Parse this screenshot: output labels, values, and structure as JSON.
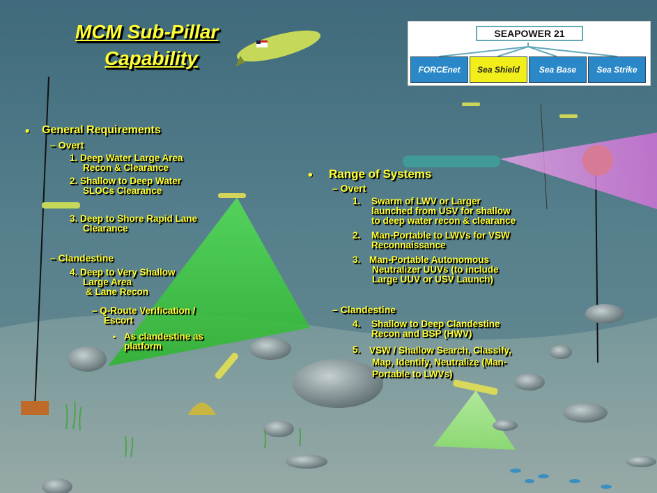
{
  "title": {
    "line1": "MCM Sub-Pillar",
    "line2": "Capability"
  },
  "seapower": {
    "title": "SEAPOWER 21",
    "pillars": [
      "FORCEnet",
      "Sea Shield",
      "Sea Base",
      "Sea Strike"
    ],
    "highlight_index": 1,
    "colors": {
      "pillar": "#2a88c8",
      "highlight": "#f2ee1a",
      "header_border": "#64a9b8"
    }
  },
  "left": {
    "bullet": "•",
    "heading": "General Requirements",
    "overt_label": "– Overt",
    "overt_items": [
      [
        "1. Deep Water Large Area",
        "Recon & Clearance"
      ],
      [
        "2. Shallow to Deep Water",
        "SLOCs Clearance"
      ],
      [
        "3. Deep to Shore Rapid Lane",
        "Clearance"
      ]
    ],
    "clandestine_label": "– Clandestine",
    "clandestine_item": [
      "4. Deep to Very Shallow",
      "Large Area",
      "& Lane Recon"
    ],
    "sub_item": [
      "– Q-Route Verification /",
      "Escort"
    ],
    "sub_sub_bullet": "•",
    "sub_sub_item": [
      "As clandestine as",
      "platform"
    ]
  },
  "right": {
    "bullet": "•",
    "heading": "Range of Systems",
    "overt_label": "–   Overt",
    "overt_items": [
      {
        "num": "1.",
        "lines": [
          "Swarm of LWV or Larger",
          "launched from USV for shallow",
          "to deep water recon & clearance"
        ]
      },
      {
        "num": "2.",
        "lines": [
          "Man-Portable to LWVs  for VSW",
          "Reconnaissance"
        ]
      },
      {
        "num": "3.",
        "lines": [
          "Man-Portable Autonomous",
          "Neutralizer UUVs (to include",
          "Large UUV or USV Launch)"
        ]
      }
    ],
    "clandestine_label": "–    Clandestine",
    "clandestine_items": [
      {
        "num": "4.",
        "lines": [
          "Shallow to Deep Clandestine",
          "Recon and BSP (HWV)"
        ]
      },
      {
        "num": "5.",
        "lines": [
          "VSW / Shallow Search, Classify,",
          "Map, Identify, Neutralize (Man-",
          "Portable to LWVs)"
        ]
      }
    ]
  },
  "colors": {
    "text": "#ffff33",
    "water": "#4a7383",
    "seafloor": "#7d9a9a"
  },
  "icons": [
    "uuv-vehicle-icon",
    "mine-icon",
    "sonar-cone-icon",
    "rock-icon",
    "fish-icon",
    "us-flag-icon"
  ]
}
